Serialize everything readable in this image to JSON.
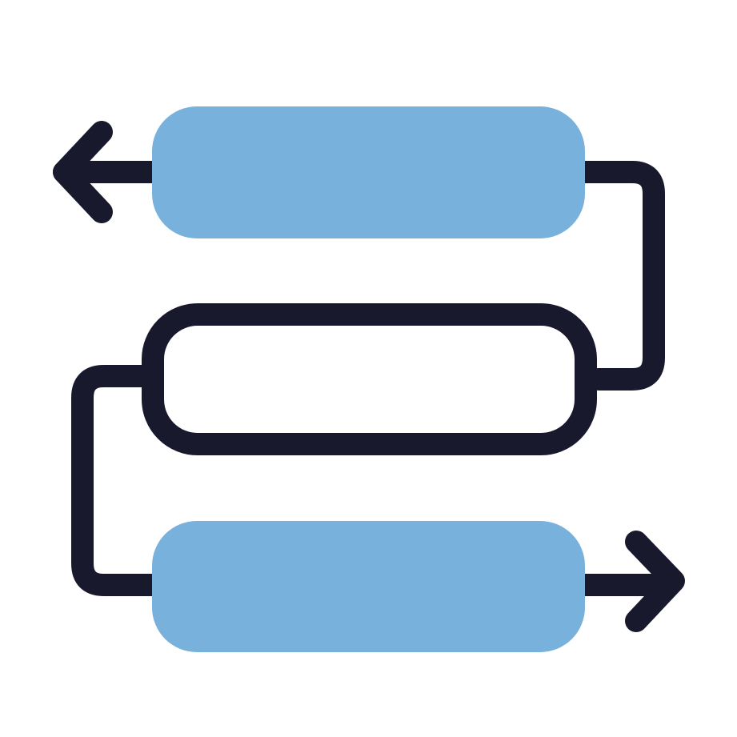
{
  "icon": {
    "name": "process-flow-icon",
    "colors": {
      "background": "#ffffff",
      "fill": "#78b1dc",
      "stroke": "#19192d"
    }
  },
  "diagram": {
    "nodes": [
      {
        "id": "top-step",
        "style": "filled"
      },
      {
        "id": "middle-step",
        "style": "outlined"
      },
      {
        "id": "bottom-step",
        "style": "filled"
      }
    ],
    "connectors": [
      {
        "from": "top-step",
        "to": "outside-left",
        "arrowhead": "arrow-left-icon"
      },
      {
        "from": "middle-step",
        "to": "top-step",
        "arrowhead": "none"
      },
      {
        "from": "middle-step",
        "to": "bottom-step",
        "arrowhead": "none"
      },
      {
        "from": "bottom-step",
        "to": "outside-right",
        "arrowhead": "arrow-right-icon"
      }
    ]
  }
}
